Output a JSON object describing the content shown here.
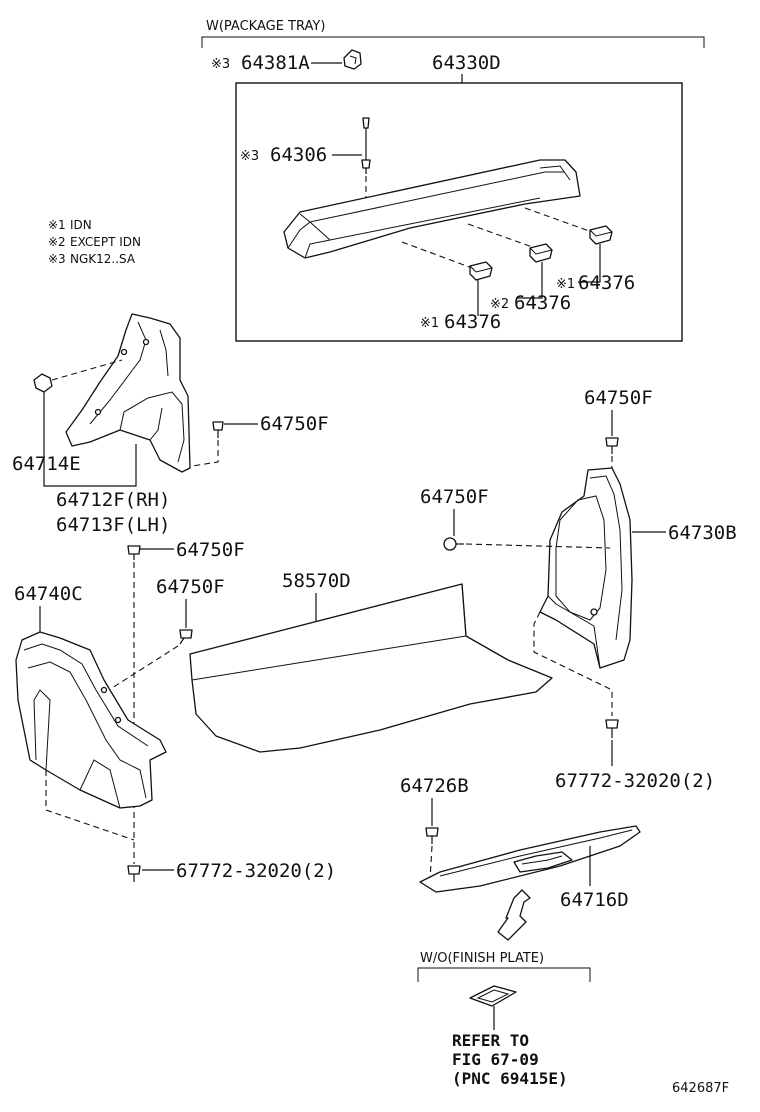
{
  "headers": {
    "package_tray": "W(PACKAGE TRAY)",
    "finish_plate": "W/O(FINISH PLATE)"
  },
  "notes": [
    {
      "mark": "※1",
      "text": "IDN"
    },
    {
      "mark": "※2",
      "text": "EXCEPT IDN"
    },
    {
      "mark": "※3",
      "text": "NGK12..SA"
    }
  ],
  "marks": {
    "m1": "※1",
    "m2": "※2",
    "m3": "※3"
  },
  "parts": {
    "p64381A": "64381A",
    "p64330D": "64330D",
    "p64306": "64306",
    "p64376_a": "64376",
    "p64376_b": "64376",
    "p64376_c": "64376",
    "p64714E": "64714E",
    "p64712F": "64712F(RH)",
    "p64713F": "64713F(LH)",
    "p64750F_a": "64750F",
    "p64750F_b": "64750F",
    "p64750F_c": "64750F",
    "p64750F_d": "64750F",
    "p64750F_e": "64750F",
    "p64730B": "64730B",
    "p64740C": "64740C",
    "p58570D": "58570D",
    "p67772_a": "67772-32020(2)",
    "p67772_b": "67772-32020(2)",
    "p64726B": "64726B",
    "p64716D": "64716D"
  },
  "refer": {
    "line1": "REFER TO",
    "line2": "FIG 67-09",
    "line3": "(PNC 69415E)"
  },
  "figure_id": "642687F"
}
